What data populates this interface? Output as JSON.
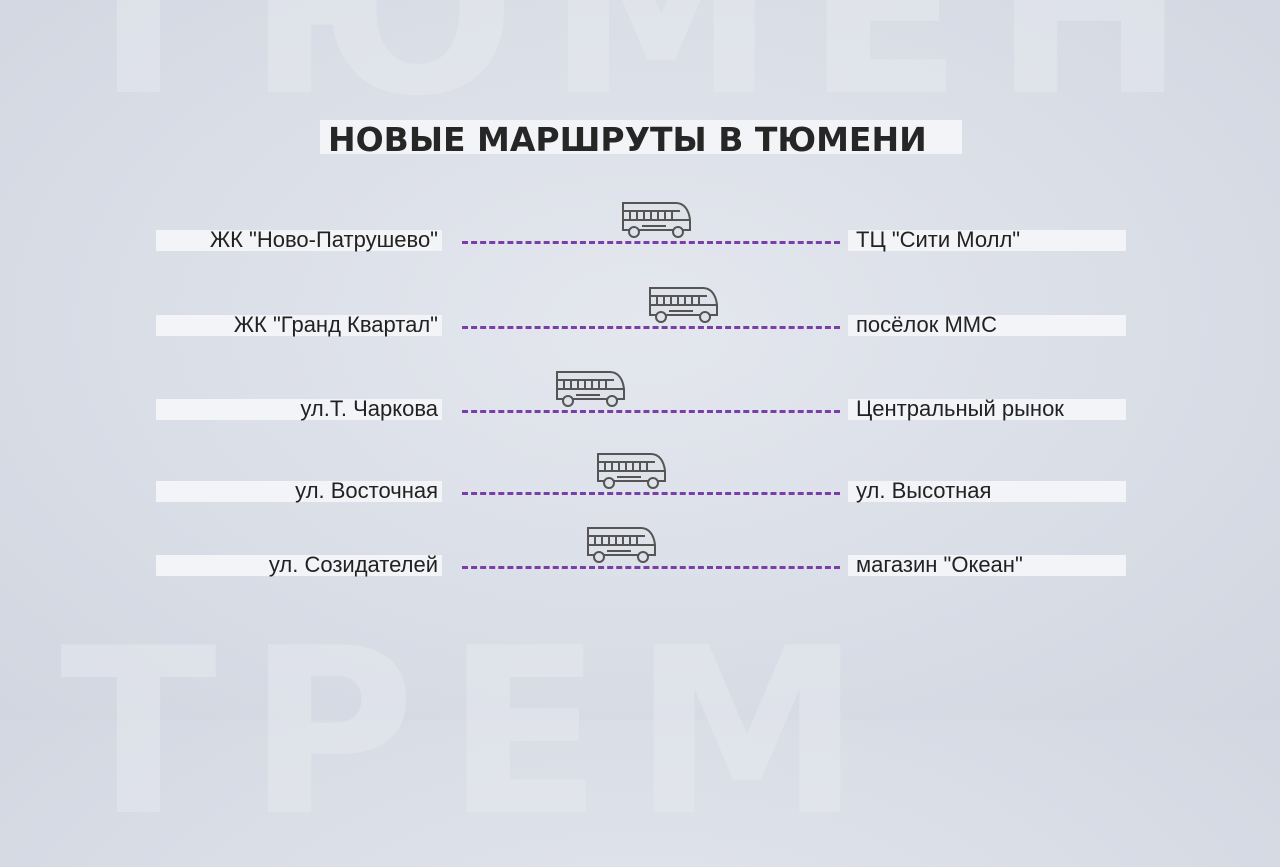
{
  "title": "НОВЫЕ МАРШРУТЫ В ТЮМЕНИ",
  "watermark_top": "ТЮМЕН",
  "watermark_bottom": "ТРЕМ",
  "colors": {
    "dash": "#7a3fa6",
    "text": "#222222",
    "label_bg": "#f3f4f7"
  },
  "routes": [
    {
      "from": "ЖК \"Ново-Патрушево\"",
      "to": "ТЦ \"Сити Молл\""
    },
    {
      "from": "ЖК \"Гранд Квартал\"",
      "to": "посёлок ММС"
    },
    {
      "from": "ул.Т. Чаркова",
      "to": "Центральный рынок"
    },
    {
      "from": "ул. Восточная",
      "to": "ул. Высотная"
    },
    {
      "from": "ул. Созидателей",
      "to": "магазин \"Океан\""
    }
  ]
}
